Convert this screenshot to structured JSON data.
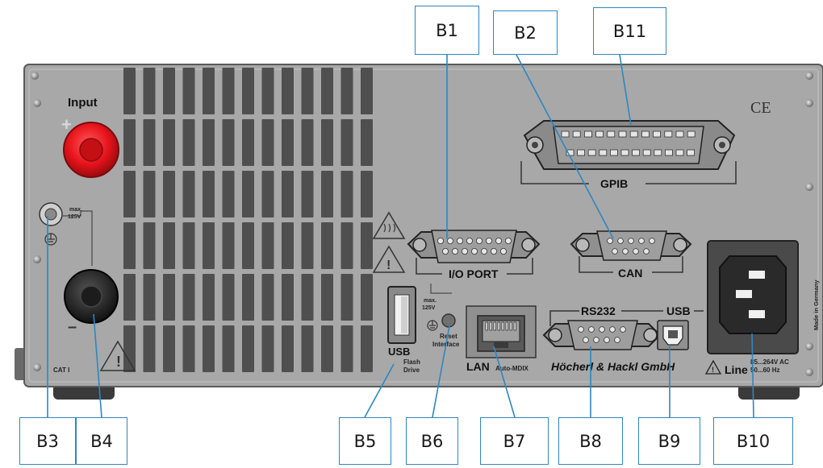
{
  "panel": {
    "input_label": "Input",
    "max_label_1": "max.",
    "max_value_1": "125V",
    "cat_label": "CAT I",
    "ce_mark": "CE",
    "gpib_label": "GPIB",
    "io_port_label": "I/O PORT",
    "can_label": "CAN",
    "max_label_2": "max.",
    "max_value_2": "125V",
    "usb_front_label": "USB",
    "flash_label_1": "Flash",
    "flash_label_2": "Drive",
    "reset_label_1": "Reset",
    "reset_label_2": "Interface",
    "lan_label": "LAN",
    "mdix_label": "Auto-MDIX",
    "rs232_label": "RS232",
    "usb_rear_label": "USB",
    "maker_label": "Höcherl & Hackl GmbH",
    "line_label": "Line",
    "line_spec_1": "85...264V AC",
    "line_spec_2": "50...60 Hz",
    "made_in": "Made in Germany"
  },
  "callouts": {
    "b1": "B1",
    "b2": "B2",
    "b3": "B3",
    "b4": "B4",
    "b5": "B5",
    "b6": "B6",
    "b7": "B7",
    "b8": "B8",
    "b9": "B9",
    "b10": "B10",
    "b11": "B11"
  },
  "colors": {
    "panel": "#a8a8a8",
    "callout_border": "#2e86c1",
    "leader_line": "#2e86c1",
    "input_terminal": "#e8141b"
  }
}
